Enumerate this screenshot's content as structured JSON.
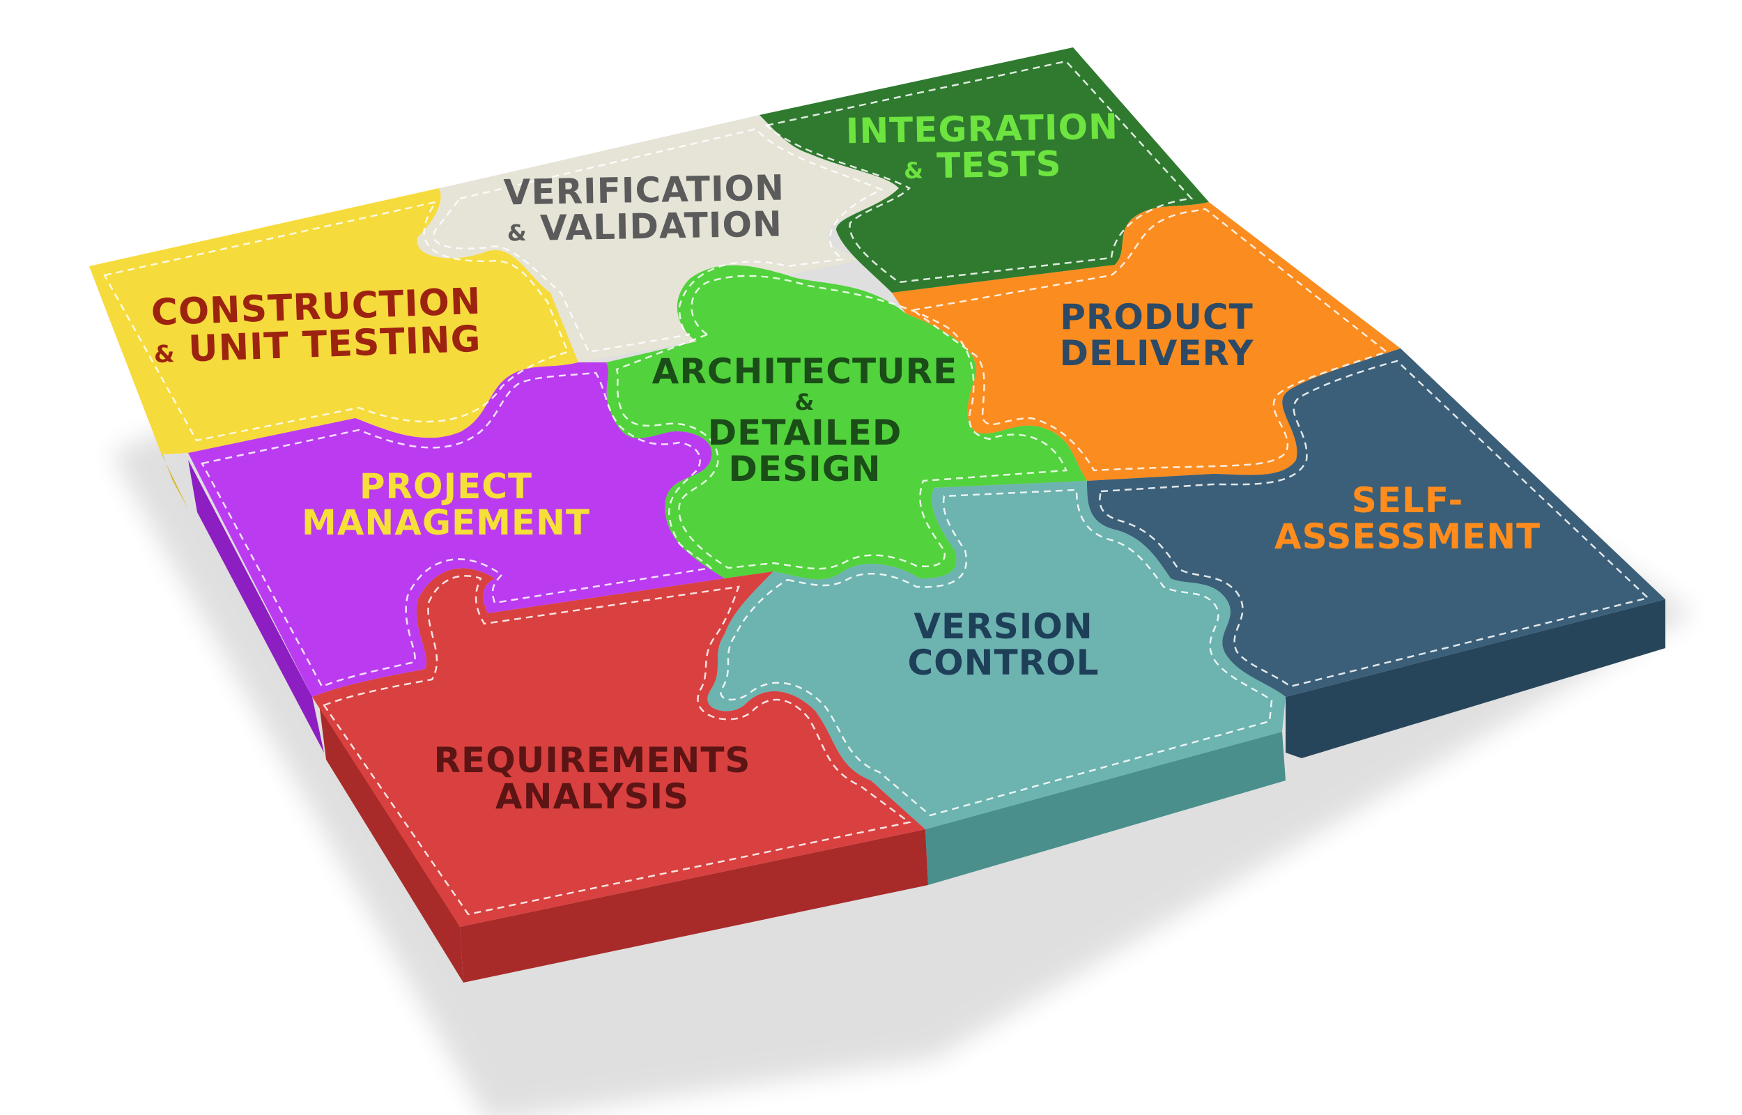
{
  "pieces": [
    {
      "id": "construction",
      "line1": "CONSTRUCTION",
      "amp": "&",
      "line2": "UNIT TESTING",
      "top": "#f6db3c",
      "side": "#d8b722",
      "text": "#9d2311"
    },
    {
      "id": "verification",
      "line1": "VERIFICATION",
      "amp": "&",
      "line2": "VALIDATION",
      "top": "#e6e3d7",
      "side": "#c3beae",
      "text": "#5b5b5b"
    },
    {
      "id": "integration",
      "line1": "INTEGRATION",
      "amp": "&",
      "line2": "TESTS",
      "top": "#2f7a2f",
      "side": "#1c551c",
      "text": "#6de43f"
    },
    {
      "id": "architecture",
      "line1": "ARCHITECTURE",
      "amp": "&",
      "line2": "DETAILED",
      "line3": "DESIGN",
      "top": "#52d23c",
      "side": "#37a827",
      "text": "#1a4d17"
    },
    {
      "id": "product",
      "line1": "PRODUCT",
      "line2": "DELIVERY",
      "top": "#fb8c1f",
      "side": "#d66a0c",
      "text": "#2c4a66"
    },
    {
      "id": "project",
      "line1": "PROJECT",
      "line2": "MANAGEMENT",
      "top": "#bb3cf0",
      "side": "#8d1ec2",
      "text": "#f7df3a"
    },
    {
      "id": "selfassessment",
      "line1": "SELF-",
      "line2": "ASSESSMENT",
      "top": "#3b5f78",
      "side": "#27455a",
      "text": "#ff8c1c"
    },
    {
      "id": "requirements",
      "line1": "REQUIREMENTS",
      "line2": "ANALYSIS",
      "top": "#d8413f",
      "side": "#a82b2a",
      "text": "#5c1414"
    },
    {
      "id": "versioncontrol",
      "line1": "VERSION",
      "line2": "CONTROL",
      "top": "#6db3b0",
      "side": "#4a8f8c",
      "text": "#1e3f58"
    }
  ],
  "colors": {
    "background": "#ffffff",
    "stitch": "#ffffff"
  }
}
